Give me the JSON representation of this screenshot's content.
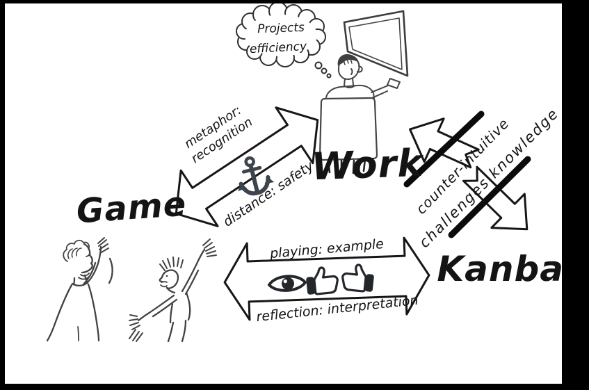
{
  "diagram": {
    "bubble": {
      "line1": "Projects",
      "line2": "efficiency"
    },
    "nodes": {
      "game": "Game",
      "work": "Work",
      "kanban": "Kanban"
    },
    "edges": {
      "game_work": {
        "top1": "metaphor:",
        "top2": "recognition",
        "bottom": "distance: safety"
      },
      "game_kanban": {
        "top": "playing: example",
        "bottom": "reflection: interpretation"
      },
      "work_kanban": {
        "label1": "counter-intuitive",
        "label2": "challenges knowledge"
      }
    },
    "icons": {
      "anchor": "anchor-icon",
      "eye": "eye-icon",
      "hands": "pointing-hand-icon"
    },
    "colors": {
      "ink": "#161616",
      "sketch": "#454545",
      "anchor": "#3e444d",
      "icon_dark": "#23272c",
      "paper": "#ffffff",
      "frame": "#000000"
    }
  }
}
